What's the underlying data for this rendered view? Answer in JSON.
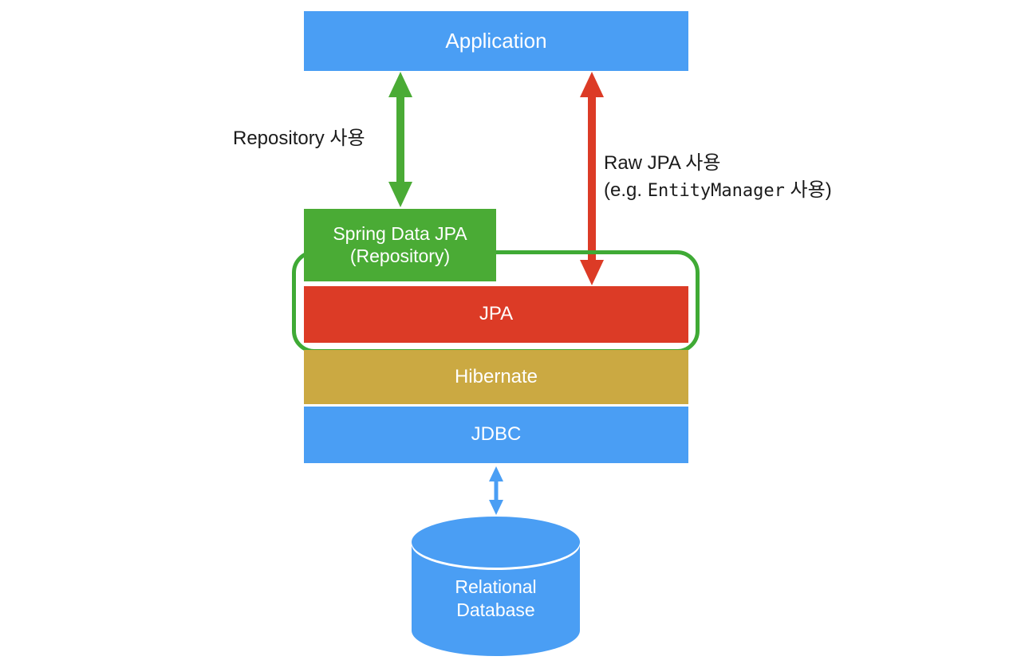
{
  "diagram": {
    "title": "JPA / Spring Data JPA layered architecture",
    "background_color": "#ffffff",
    "colors": {
      "blue": "#4a9ef4",
      "green": "#4aab35",
      "green_outline": "#3faa35",
      "red": "#dc3b26",
      "gold": "#cba942",
      "text_dark": "#1b1b1b",
      "text_light": "#ffffff"
    },
    "layers": {
      "application": "Application",
      "spring_data_jpa_line1": "Spring Data JPA",
      "spring_data_jpa_line2": "(Repository)",
      "jpa": "JPA",
      "hibernate": "Hibernate",
      "jdbc": "JDBC",
      "database_line1": "Relational",
      "database_line2": "Database"
    },
    "edge_labels": {
      "repository_usage": "Repository 사용",
      "raw_jpa_usage": "Raw JPA 사용",
      "raw_jpa_example_prefix": "(e.g. ",
      "raw_jpa_example_mono": "EntityManager",
      "raw_jpa_example_suffix": " 사용)"
    },
    "connectors": [
      {
        "name": "application-to-spring-data-jpa",
        "color": "#4aab35",
        "style": "double-headed-arrow",
        "orientation": "vertical",
        "label": "Repository 사용"
      },
      {
        "name": "application-to-jpa",
        "color": "#dc3b26",
        "style": "double-headed-arrow",
        "orientation": "vertical",
        "label": "Raw JPA 사용"
      },
      {
        "name": "jdbc-to-database",
        "color": "#4a9ef4",
        "style": "double-headed-arrow",
        "orientation": "vertical",
        "label": ""
      }
    ],
    "grouping": {
      "name": "jpa-abstraction-group",
      "outline_color": "#3faa35",
      "members": [
        "Spring Data JPA (Repository)",
        "JPA"
      ]
    }
  }
}
